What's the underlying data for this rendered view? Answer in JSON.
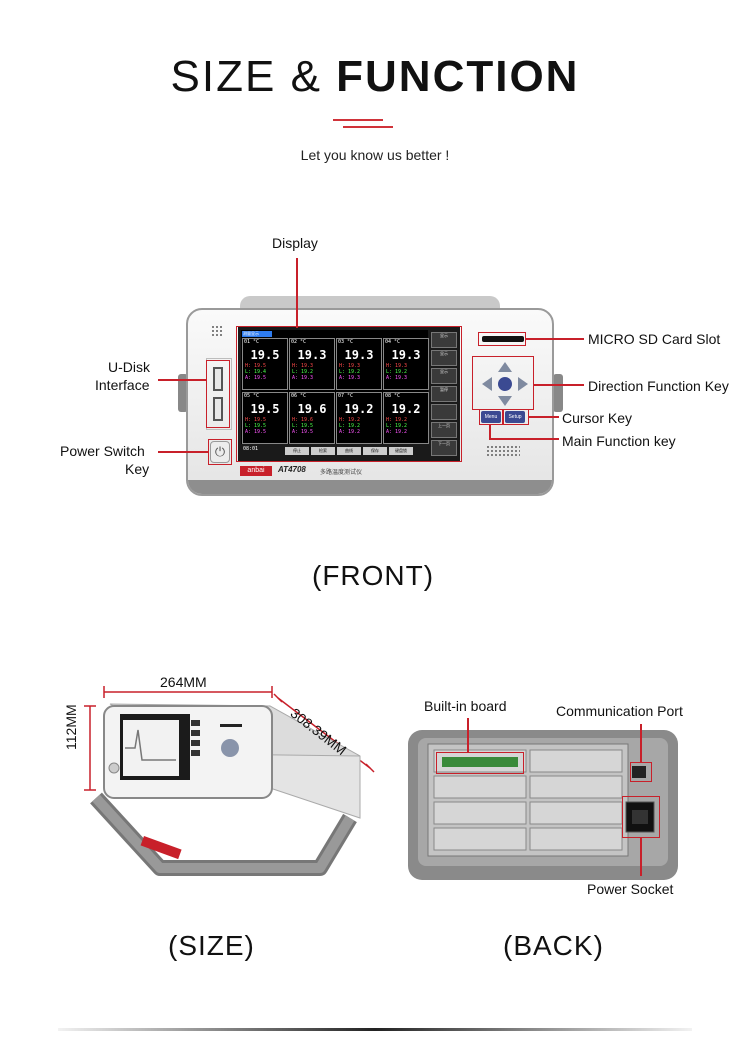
{
  "header": {
    "title_light": "SIZE & ",
    "title_bold": "FUNCTION",
    "subtitle": "Let you know us better !"
  },
  "front": {
    "caption": "(FRONT)",
    "labels": {
      "display": "Display",
      "udisk_1": "U-Disk",
      "udisk_2": "Interface",
      "power_1": "Power Switch",
      "power_2": "Key",
      "sd_slot": "MICRO SD Card Slot",
      "direction": "Direction Function Key",
      "cursor": "Cursor Key",
      "main_func": "Main Function key"
    },
    "device": {
      "brand": "anbai",
      "model": "AT4708",
      "model_sub": "多路温度测试仪",
      "screen_header": "测量显示",
      "unit": "°C",
      "channels": [
        {
          "id": "01",
          "value": "19.5",
          "h": "19.5",
          "l": "19.4",
          "a": "19.5"
        },
        {
          "id": "02",
          "value": "19.3",
          "h": "19.3",
          "l": "19.2",
          "a": "19.3"
        },
        {
          "id": "03",
          "value": "19.3",
          "h": "19.3",
          "l": "19.2",
          "a": "19.3"
        },
        {
          "id": "04",
          "value": "19.3",
          "h": "19.3",
          "l": "19.2",
          "a": "19.3"
        },
        {
          "id": "05",
          "value": "19.5",
          "h": "19.5",
          "l": "19.5",
          "a": "19.5"
        },
        {
          "id": "06",
          "value": "19.6",
          "h": "19.6",
          "l": "19.5",
          "a": "19.5"
        },
        {
          "id": "07",
          "value": "19.2",
          "h": "19.2",
          "l": "19.2",
          "a": "19.2"
        },
        {
          "id": "08",
          "value": "19.2",
          "h": "19.2",
          "l": "19.2",
          "a": "19.2"
        }
      ],
      "side_buttons": [
        "显示",
        "显示",
        "显示",
        "暂停",
        "",
        "上一页",
        "下一页"
      ],
      "bottom_buttons": [
        "停止",
        "检索",
        "曲线",
        "保存",
        "键盘锁"
      ],
      "time": "08:01",
      "menu_label": "Menu",
      "setup_label": "Setup"
    }
  },
  "size": {
    "caption": "(SIZE)",
    "width": "264MM",
    "height": "112MM",
    "depth": "308.39MM"
  },
  "back": {
    "caption": "(BACK)",
    "labels": {
      "board": "Built-in board",
      "comm": "Communication Port",
      "power": "Power Socket"
    }
  },
  "colors": {
    "accent": "#c8202a",
    "brand_red": "#c8202a",
    "key_blue": "#3b4a92"
  }
}
